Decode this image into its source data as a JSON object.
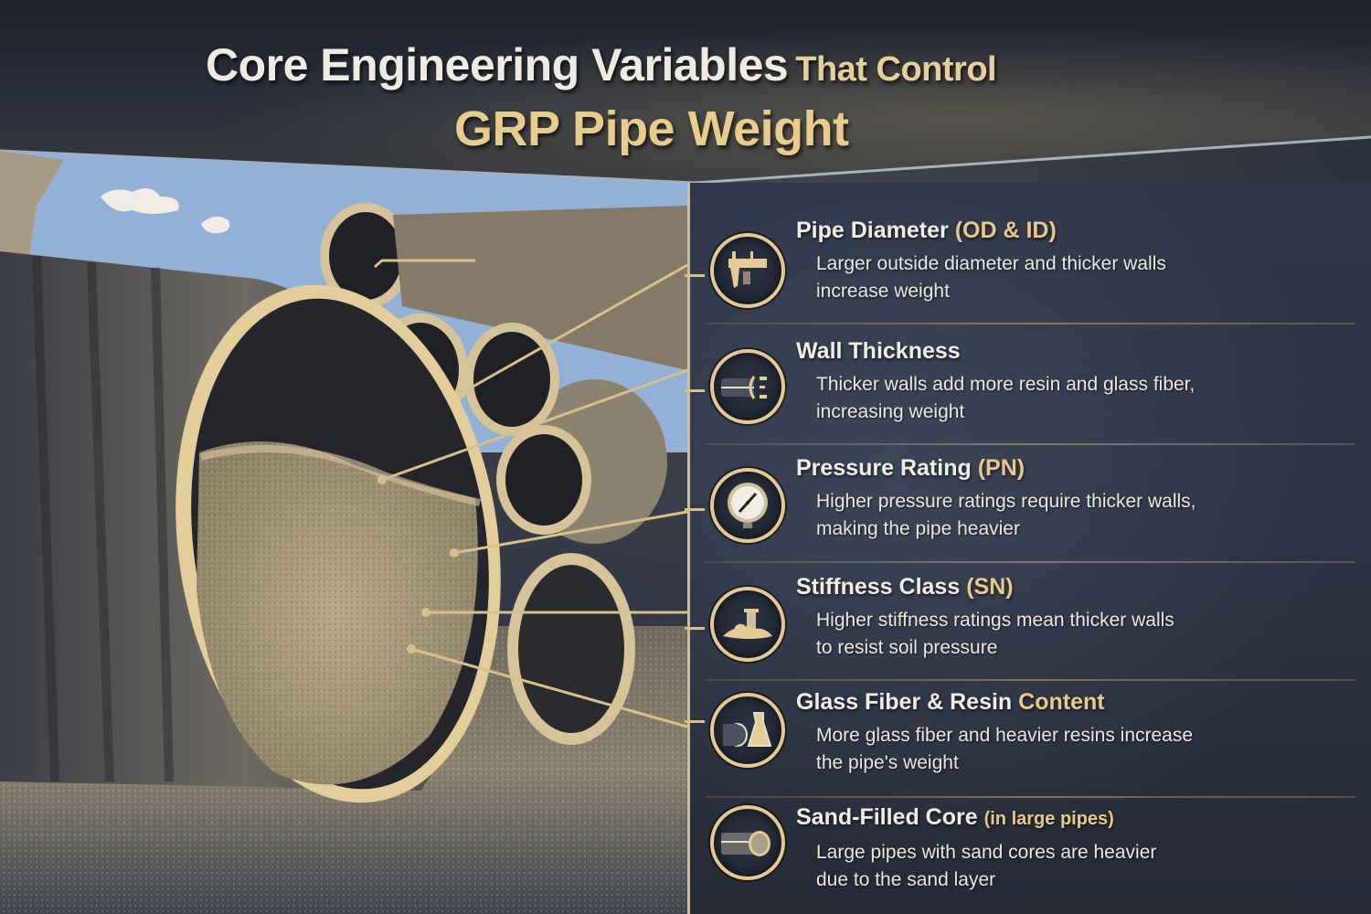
{
  "header": {
    "title_main": "Core Engineering Variables",
    "title_sub": "That Control",
    "title_line2": "GRP Pipe Weight"
  },
  "colors": {
    "accent_gold": "#e7c98a",
    "text_light": "#efebe2",
    "panel_bg": "#2c3344",
    "sky": "#93b1d6"
  },
  "photo": {
    "description": "Large GRP pipe with sand-filled core lying on dirt ground, stacked GRP pipes and sky in the background",
    "callout_count": 6
  },
  "items": [
    {
      "icon": "caliper-icon",
      "title": "Pipe Diameter",
      "title_accent": "(OD & ID)",
      "desc_line1": "Larger outside diameter and thicker walls",
      "desc_line2": "increase weight"
    },
    {
      "icon": "pipe-wall-icon",
      "title": "Wall Thickness",
      "title_accent": "",
      "desc_line1": "Thicker walls add more resin and glass fiber,",
      "desc_line2": "increasing weight"
    },
    {
      "icon": "pressure-gauge-icon",
      "title": "Pressure Rating",
      "title_accent": "(PN)",
      "desc_line1": "Higher pressure ratings require thicker walls,",
      "desc_line2": "making the pipe heavier"
    },
    {
      "icon": "soil-post-icon",
      "title": "Stiffness Class",
      "title_accent": "(SN)",
      "desc_line1": "Higher stiffness ratings mean thicker walls",
      "desc_line2": "to resist soil pressure"
    },
    {
      "icon": "fiber-resin-beaker-icon",
      "title": "Glass Fiber & Resin",
      "title_accent": "Content",
      "desc_line1": "More glass fiber and heavier resins increase",
      "desc_line2": "the pipe's weight"
    },
    {
      "icon": "sand-core-pipe-icon",
      "title": "Sand-Filled Core",
      "title_accent": "(in large pipes)",
      "desc_line1": "Large pipes with sand cores are heavier",
      "desc_line2": "due to the sand layer"
    }
  ]
}
